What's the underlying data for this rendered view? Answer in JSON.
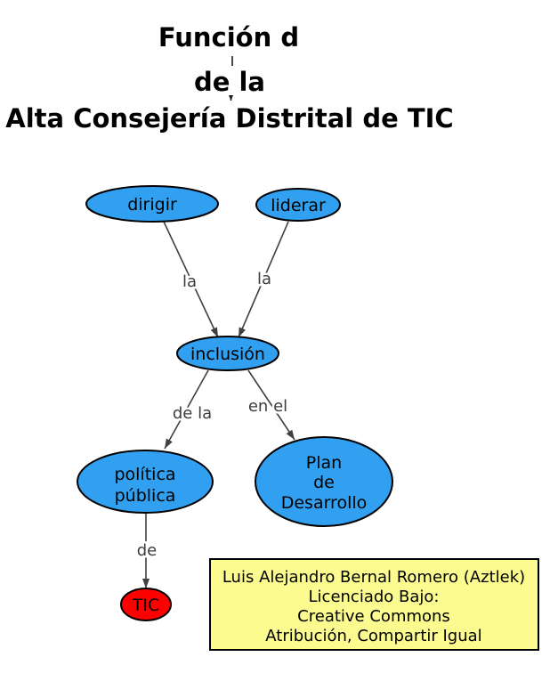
{
  "colors": {
    "node_blue": "#31A0F0",
    "node_red": "#FF0000",
    "edge": "#404040",
    "title_connector": "#1a1a1a",
    "license_bg": "#FBFB8F"
  },
  "title": {
    "line1": "Función d",
    "line2": "de la",
    "line3": "Alta Consejería Distrital de TIC"
  },
  "nodes": {
    "dirigir": {
      "label": "dirigir"
    },
    "liderar": {
      "label": "liderar"
    },
    "inclusion": {
      "label": "inclusión"
    },
    "politica_publica": {
      "line1": "política",
      "line2": "pública"
    },
    "plan_desarrollo": {
      "line1": "Plan",
      "line2": "de",
      "line3": "Desarrollo"
    },
    "tic": {
      "label": "TIC"
    }
  },
  "edge_labels": {
    "dirigir_inclusion": "la",
    "liderar_inclusion": "la",
    "inclusion_politica": "de la",
    "inclusion_plan": "en el",
    "politica_tic": "de"
  },
  "license_box": {
    "line1": "Luis Alejandro Bernal Romero (Aztlek)",
    "line2": "Licenciado Bajo:",
    "line3": "Creative Commons",
    "line4": "Atribución, Compartir Igual"
  }
}
